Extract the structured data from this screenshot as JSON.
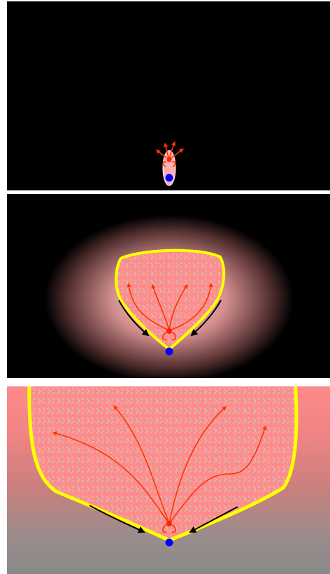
{
  "figure": {
    "panel_count": 3,
    "panels": [
      {
        "stage": "initial-seed",
        "background": "black",
        "has_glow": false
      },
      {
        "stage": "growing-region",
        "background": "black",
        "has_glow": true
      },
      {
        "stage": "expanded-region",
        "background": "pink-to-gray-gradient",
        "has_glow": false
      }
    ]
  },
  "colors": {
    "boundary": "#ffff00",
    "region_fill": "#ff8c8c",
    "region_pattern": "#b8d8c8",
    "flow_arrow": "#ff3300",
    "center_node": "#ff2200",
    "base_node": "#0000ff",
    "side_arrow": "#000000",
    "glow": "#ffc4c4"
  },
  "legend": []
}
